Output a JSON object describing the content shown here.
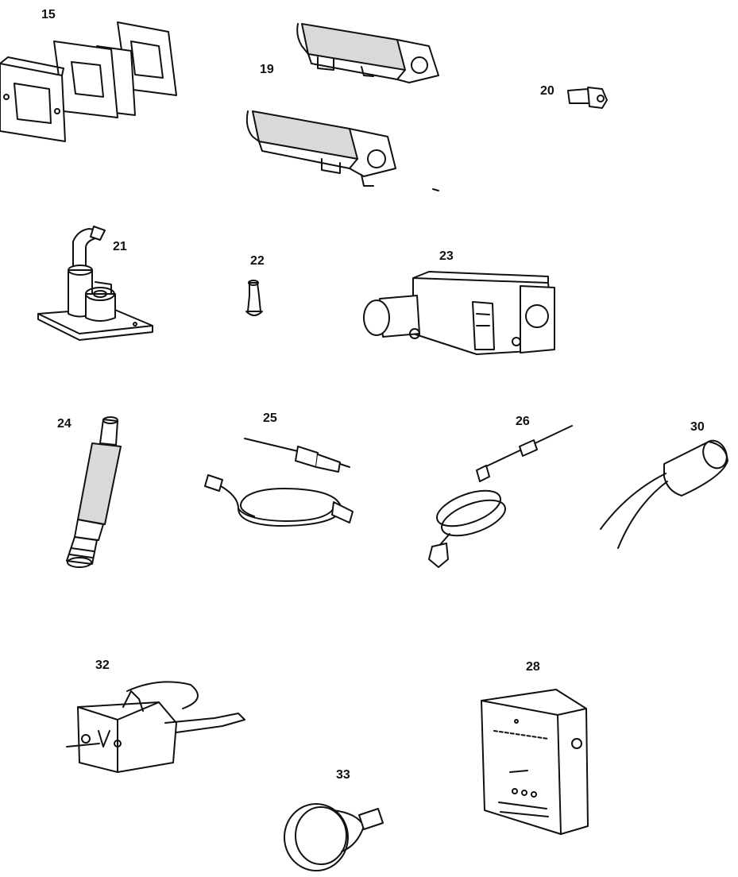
{
  "parts": [
    {
      "id": "part-15",
      "number": "15",
      "depicts": "gasket-set"
    },
    {
      "id": "part-19",
      "number": "19",
      "depicts": "burner-pair"
    },
    {
      "id": "part-20",
      "number": "20",
      "depicts": "injector"
    },
    {
      "id": "part-21",
      "number": "21",
      "depicts": "pilot-assembly"
    },
    {
      "id": "part-22",
      "number": "22",
      "depicts": "pilot-injector"
    },
    {
      "id": "part-23",
      "number": "23",
      "depicts": "gas-valve"
    },
    {
      "id": "part-24",
      "number": "24",
      "depicts": "spark-electrode"
    },
    {
      "id": "part-25",
      "number": "25",
      "depicts": "ignition-lead"
    },
    {
      "id": "part-26",
      "number": "26",
      "depicts": "thermocouple"
    },
    {
      "id": "part-30",
      "number": "30",
      "depicts": "capacitor"
    },
    {
      "id": "part-32",
      "number": "32",
      "depicts": "thermostat"
    },
    {
      "id": "part-28",
      "number": "28",
      "depicts": "control-box"
    },
    {
      "id": "part-33",
      "number": "33",
      "depicts": "control-knob"
    }
  ],
  "colors": {
    "ink": "#111111",
    "paper": "#ffffff",
    "shade": "#d9d9d9"
  }
}
